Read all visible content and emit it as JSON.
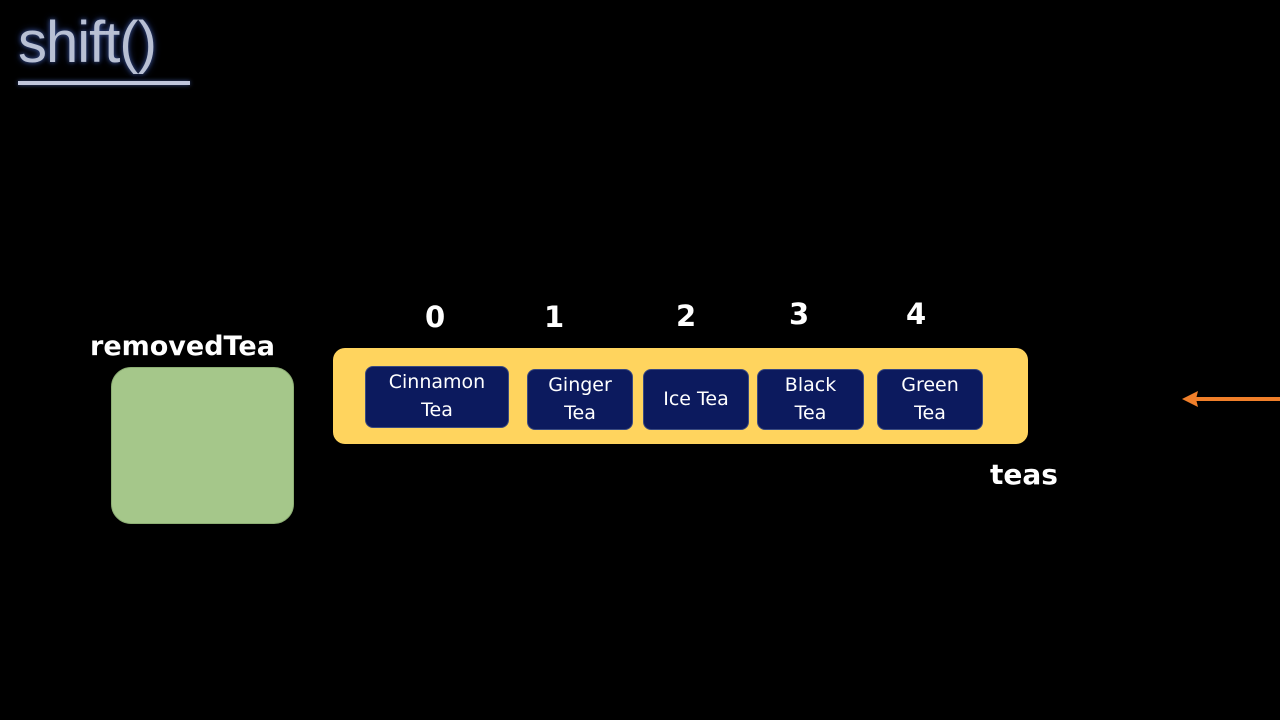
{
  "title": "shift()",
  "removed_label": "removedTea",
  "array_label": "teas",
  "items": [
    {
      "index": "0",
      "line1": "Cinnamon",
      "line2": "Tea"
    },
    {
      "index": "1",
      "line1": "Ginger",
      "line2": "Tea"
    },
    {
      "index": "2",
      "line1": "Ice Tea",
      "line2": ""
    },
    {
      "index": "3",
      "line1": "Black",
      "line2": "Tea"
    },
    {
      "index": "4",
      "line1": "Green",
      "line2": "Tea"
    }
  ],
  "colors": {
    "array": "#ffd45e",
    "item": "#0c1a5e",
    "removed": "#a5c78a",
    "arrow": "#f07f2a"
  }
}
